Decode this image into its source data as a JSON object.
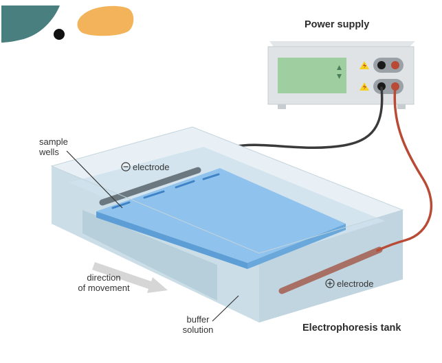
{
  "colors": {
    "teal": "#4a7f80",
    "orange": "#f2b35a",
    "gel": "#8fc2ec",
    "tank": "#c9dde6",
    "cable_black": "#3a3a3a",
    "cable_red": "#b84a36",
    "display": "#9fcfa1",
    "warning_yellow": "#f6d21e"
  },
  "icons": {
    "warning": "lightning-warning-icon",
    "arrow_up": "triangle-up-icon",
    "arrow_down": "triangle-down-icon",
    "negative_symbol": "minus-circle-icon",
    "positive_symbol": "plus-circle-icon"
  },
  "labels": {
    "power_supply": "Power supply",
    "sample_wells_line1": "sample",
    "sample_wells_line2": "wells",
    "neg_electrode": "electrode",
    "pos_electrode": "electrode",
    "direction_line1": "direction",
    "direction_line2": "of movement",
    "buffer_line1": "buffer",
    "buffer_line2": "solution",
    "tank_title": "Electrophoresis tank"
  }
}
